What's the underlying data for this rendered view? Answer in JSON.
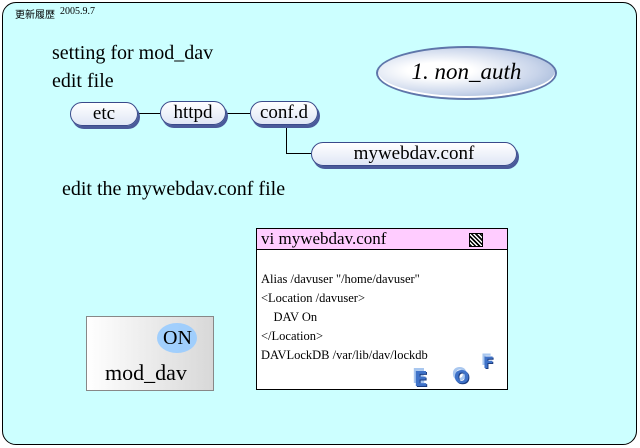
{
  "header": {
    "title": "更新履歴",
    "date": "2005.9.7"
  },
  "heading": {
    "line1": "setting for mod_dav",
    "line2": "edit file"
  },
  "badge": "1. non_auth",
  "path": {
    "nodes": [
      "etc",
      "httpd",
      "conf.d"
    ],
    "file": "mywebdav.conf"
  },
  "instruction": "edit the mywebdav.conf file",
  "editor": {
    "title": "vi mywebdav.conf",
    "lines": [
      "Alias /davuser \"/home/davuser\"",
      "<Location /davuser>",
      "    DAV On",
      "</Location>",
      "DAVLockDB /var/lib/dav/lockdb"
    ],
    "eof": [
      "E",
      "O",
      "F"
    ]
  },
  "module": {
    "status": "ON",
    "name": "mod_dav"
  }
}
